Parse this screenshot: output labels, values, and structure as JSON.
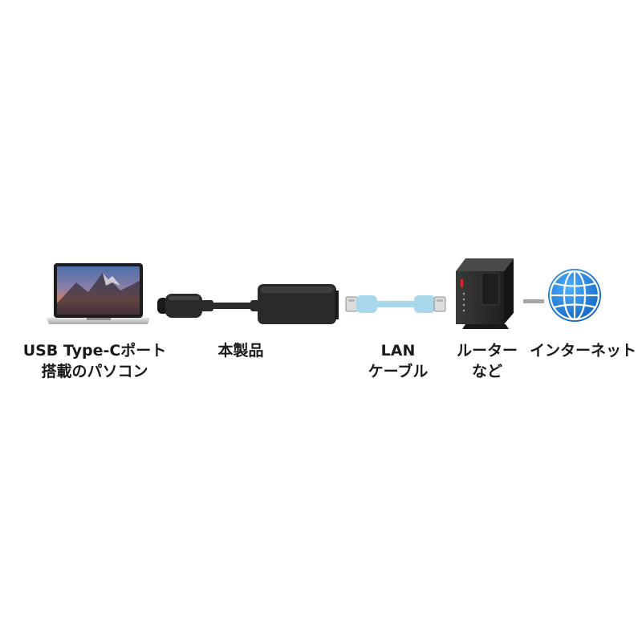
{
  "nodes": {
    "pc": {
      "line1": "USB Type-Cポート",
      "line2": "搭載のパソコン",
      "icon": "laptop-icon"
    },
    "product": {
      "line1": "本製品",
      "icon": "usb-c-lan-adapter-icon"
    },
    "cable": {
      "line1": "LAN",
      "line2": "ケーブル",
      "icon": "lan-cable-icon"
    },
    "router": {
      "line1": "ルーター",
      "line2": "など",
      "icon": "router-icon"
    },
    "internet": {
      "line1": "インターネット",
      "icon": "globe-icon"
    }
  },
  "colors": {
    "globe": "#1e7fd8",
    "cable": "#a9d8ec",
    "router_body": "#2b2b2b",
    "router_accent": "#d9272e",
    "adapter_body": "#2a2a2a",
    "text": "#1a1a1a"
  }
}
